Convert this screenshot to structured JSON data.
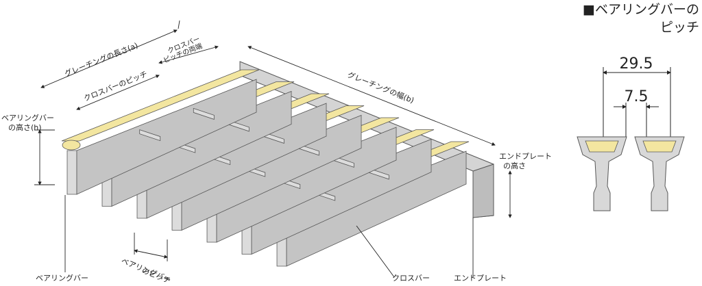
{
  "labels": {
    "grating_length": "グレーチングの長さ(a)",
    "crossbar_both_ends_1": "クロスバー",
    "crossbar_both_ends_2": "ピッチの両端",
    "crossbar_pitch": "クロスバーのピッチ",
    "grating_width": "グレーチングの幅(b)",
    "bearing_bar_height_1": "ベアリングバー",
    "bearing_bar_height_2": "の高さ(h)",
    "end_plate_height_1": "エンドプレート",
    "end_plate_height_2": "の高さ",
    "bearing_bar_pitch_1": "ベアリングバー",
    "bearing_bar_pitch_2": "のピッチ",
    "bearing_bar": "ベアリングバー",
    "crossbar": "クロスバー",
    "end_plate": "エンドプレート"
  },
  "detail": {
    "title_line1": "■ベアリングバーの",
    "title_line2": "ピッチ",
    "pitch_outer": "29.5",
    "pitch_inner": "7.5"
  },
  "colors": {
    "bar_top": "#f3e6a0",
    "bar_face": "#dcdcdc",
    "bar_side": "#c4c4c4",
    "plate": "#cfcfcf",
    "outline": "#555555"
  }
}
